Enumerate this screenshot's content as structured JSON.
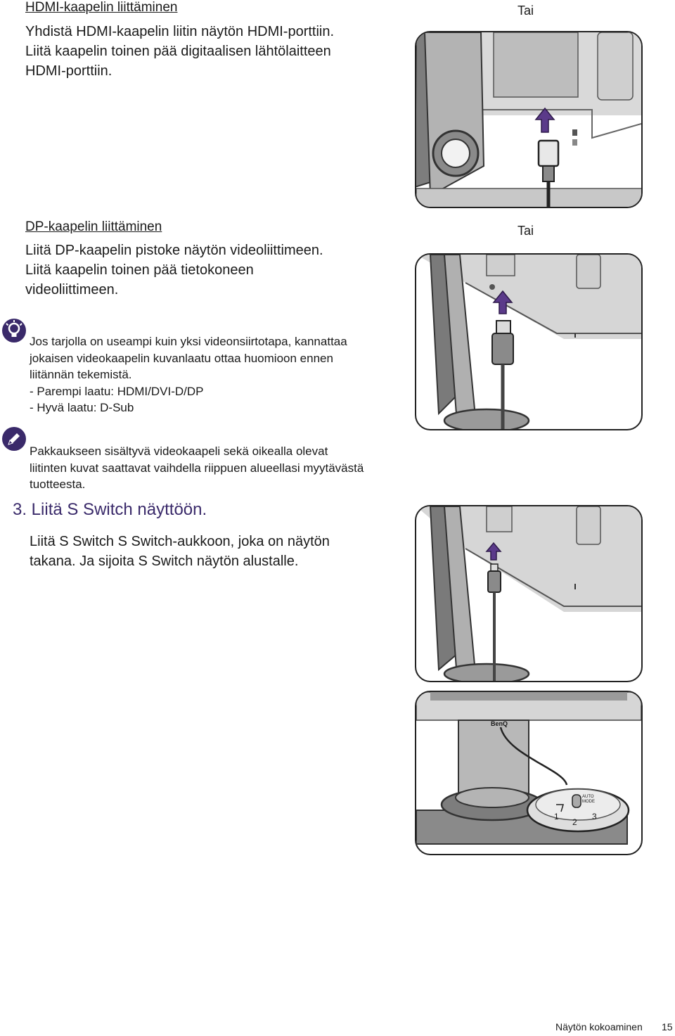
{
  "hdmi": {
    "heading": "HDMI-kaapelin liittäminen",
    "lines": [
      "Yhdistä HDMI-kaapelin liitin näytön HDMI-porttiin.",
      "Liitä kaapelin toinen pää digitaalisen lähtölaitteen",
      "HDMI-porttiin."
    ],
    "or_label": "Tai"
  },
  "dp": {
    "heading": "DP-kaapelin liittäminen",
    "lines": [
      "Liitä DP-kaapelin pistoke näytön videoliittimeen.",
      "Liitä kaapelin toinen pää tietokoneen",
      "videoliittimeen."
    ],
    "or_label": "Tai"
  },
  "tip": {
    "icon": "lightbulb-icon",
    "lines": [
      "Jos tarjolla on useampi kuin yksi videonsiirtotapa, kannattaa",
      "jokaisen videokaapelin kuvanlaatu ottaa huomioon ennen",
      "liitännän tekemistä.",
      "- Parempi laatu: HDMI/DVI-D/DP",
      "- Hyvä laatu: D-Sub"
    ]
  },
  "note": {
    "icon": "pencil-icon",
    "lines": [
      "Pakkaukseen sisältyvä videokaapeli sekä oikealla olevat",
      "liitinten kuvat saattavat vaihdella riippuen alueellasi myytävästä",
      "tuotteesta."
    ]
  },
  "step3": {
    "title": "3. Liitä S Switch näyttöön.",
    "lines": [
      "Liitä S Switch S Switch-aukkoon, joka on näytön",
      "takana. Ja sijoita S Switch näytön alustalle."
    ]
  },
  "sswitch_device": {
    "brand": "BenQ",
    "auto_mode_label": "AUTO MODE",
    "button_labels": [
      "1",
      "2",
      "3"
    ]
  },
  "colors": {
    "accent": "#4b2a7a",
    "arrow": "#5b3a8a",
    "outline": "#222222"
  },
  "footer": {
    "section": "Näytön kokoaminen",
    "page": "15"
  }
}
